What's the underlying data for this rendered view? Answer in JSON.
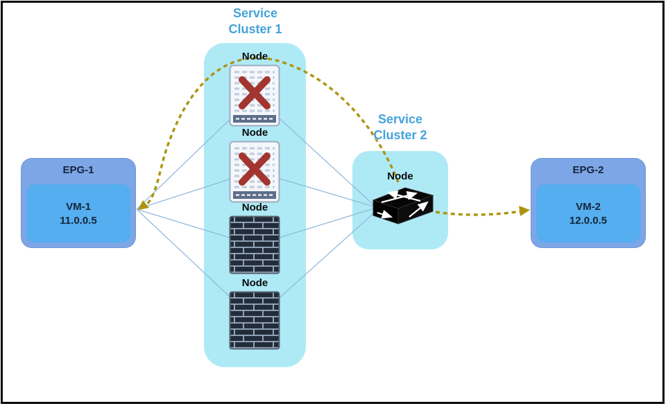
{
  "diagram": {
    "epg_left": {
      "title": "EPG-1",
      "vm_name": "VM-1",
      "vm_ip": "11.0.0.5"
    },
    "epg_right": {
      "title": "EPG-2",
      "vm_name": "VM-2",
      "vm_ip": "12.0.0.5"
    },
    "cluster1": {
      "title": "Service Cluster 1",
      "nodes": [
        {
          "label": "Node",
          "status": "failed"
        },
        {
          "label": "Node",
          "status": "failed"
        },
        {
          "label": "Node",
          "status": "active-firewall"
        },
        {
          "label": "Node",
          "status": "active-firewall"
        }
      ]
    },
    "cluster2": {
      "title": "Service Cluster 2",
      "node": {
        "label": "Node",
        "status": "active-switch"
      }
    },
    "legend_colors": {
      "epg_outer": "#7da6e6",
      "epg_inner": "#55aeef",
      "cluster_bg": "#aeeaf6",
      "cluster_title": "#44a3da",
      "thin_link": "#8fb6da",
      "dashed_traffic": "#ad9410",
      "failure_cross": "#a33530"
    }
  }
}
